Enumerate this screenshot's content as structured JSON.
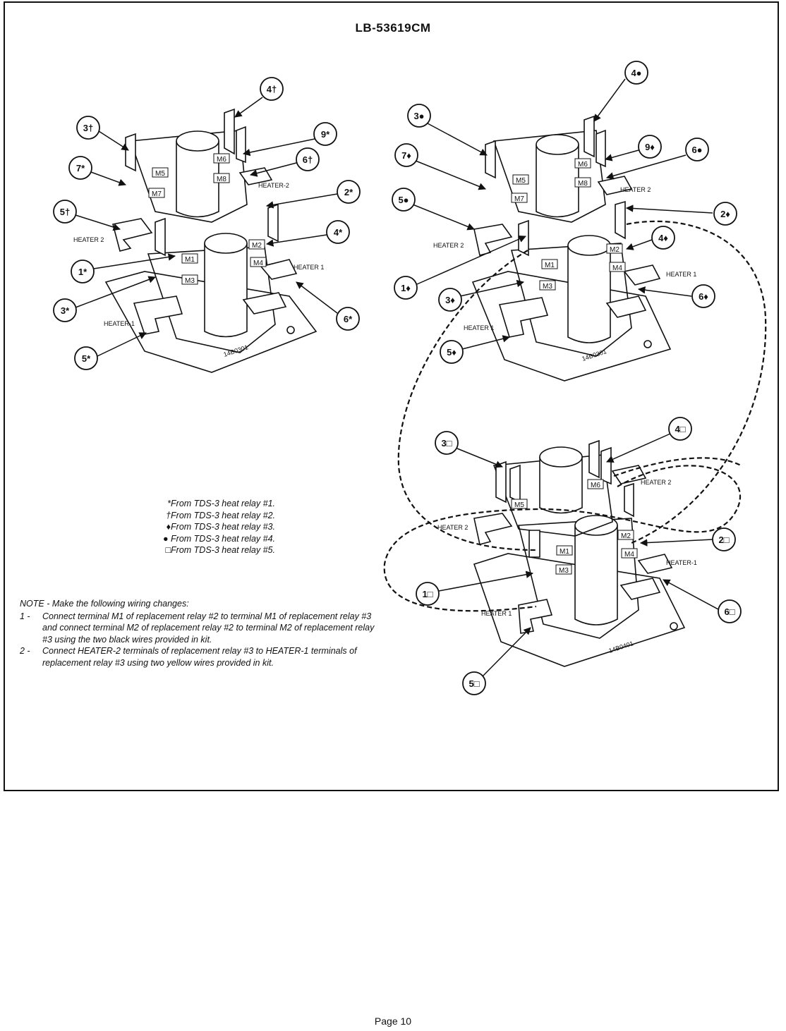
{
  "document_id": "LB-53619CM",
  "page_label": "Page 10",
  "legend": [
    "*From TDS-3 heat relay #1.",
    "†From TDS-3 heat relay #2.",
    "♦From TDS-3 heat relay #3.",
    "● From TDS-3 heat relay #4.",
    "□From TDS-3 heat relay #5."
  ],
  "note": {
    "heading": "NOTE - Make the following wiring changes:",
    "items": [
      {
        "num": "1 -",
        "text": "Connect terminal M1 of replacement relay #2 to terminal M1 of replacement relay #3 and connect terminal M2 of replacement relay #2 to terminal M2 of replacement relay #3 using the two black wires provided in kit."
      },
      {
        "num": "2 -",
        "text": "Connect HEATER-2 terminals of replacement relay #3 to HEATER-1 terminals of replacement relay #3 using two yellow wires provided in kit."
      }
    ]
  },
  "relay_left": {
    "part_number": "14B0301",
    "terminals": {
      "m5": "M5",
      "m6": "M6",
      "m7": "M7",
      "m8": "M8",
      "m1": "M1",
      "m2": "M2",
      "m3": "M3",
      "m4": "M4"
    },
    "heater_labels": {
      "h2_upper": "HEATER-2",
      "h2_lower": "HEATER 2",
      "h1_right": "HEATER 1",
      "h1_lower": "HEATER-1"
    },
    "callouts": {
      "c4": "4†",
      "c3": "3†",
      "c9": "9*",
      "c7": "7*",
      "c6": "6†",
      "c2": "2*",
      "c5": "5†",
      "c4b": "4*",
      "c1": "1*",
      "c3b": "3*",
      "c6b": "6*",
      "c5b": "5*"
    }
  },
  "relay_right": {
    "part_number": "14B0301",
    "terminals": {
      "m5": "M5",
      "m6": "M6",
      "m7": "M7",
      "m8": "M8",
      "m1": "M1",
      "m2": "M2",
      "m3": "M3",
      "m4": "M4"
    },
    "heater_labels": {
      "h2_upper": "HEATER 2",
      "h2_lower": "HEATER 2",
      "h1_right": "HEATER 1",
      "h1_lower": "HEATER 1"
    },
    "callouts": {
      "c4": "4●",
      "c3": "3●",
      "c9": "9♦",
      "c6": "6●",
      "c7": "7♦",
      "c5": "5●",
      "c2": "2♦",
      "c4b": "4♦",
      "c1": "1♦",
      "c3b": "3♦",
      "c6b": "6♦",
      "c5b": "5♦"
    }
  },
  "relay_bottom": {
    "part_number": "14B0401",
    "terminals": {
      "m5": "M5",
      "m6": "M6",
      "m1": "M1",
      "m2": "M2",
      "m3": "M3",
      "m4": "M4"
    },
    "heater_labels": {
      "h2_right": "HEATER 2",
      "h2_left": "HEATER 2",
      "h1_right": "HEATER-1",
      "h1_lower": "HEATER 1"
    },
    "callouts": {
      "c4": "4□",
      "c3": "3□",
      "c2": "2□",
      "c1": "1□",
      "c6": "6□",
      "c5": "5□"
    }
  }
}
